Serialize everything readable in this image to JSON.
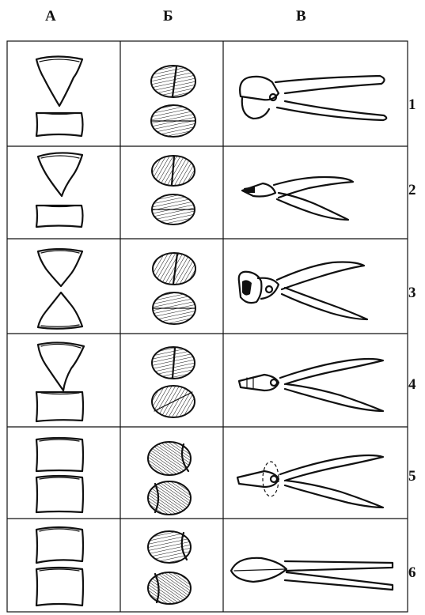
{
  "columns": [
    "А",
    "Б",
    "В"
  ],
  "rows": [
    {
      "number": "1"
    },
    {
      "number": "2"
    },
    {
      "number": "3"
    },
    {
      "number": "4"
    },
    {
      "number": "5"
    },
    {
      "number": "6"
    }
  ]
}
